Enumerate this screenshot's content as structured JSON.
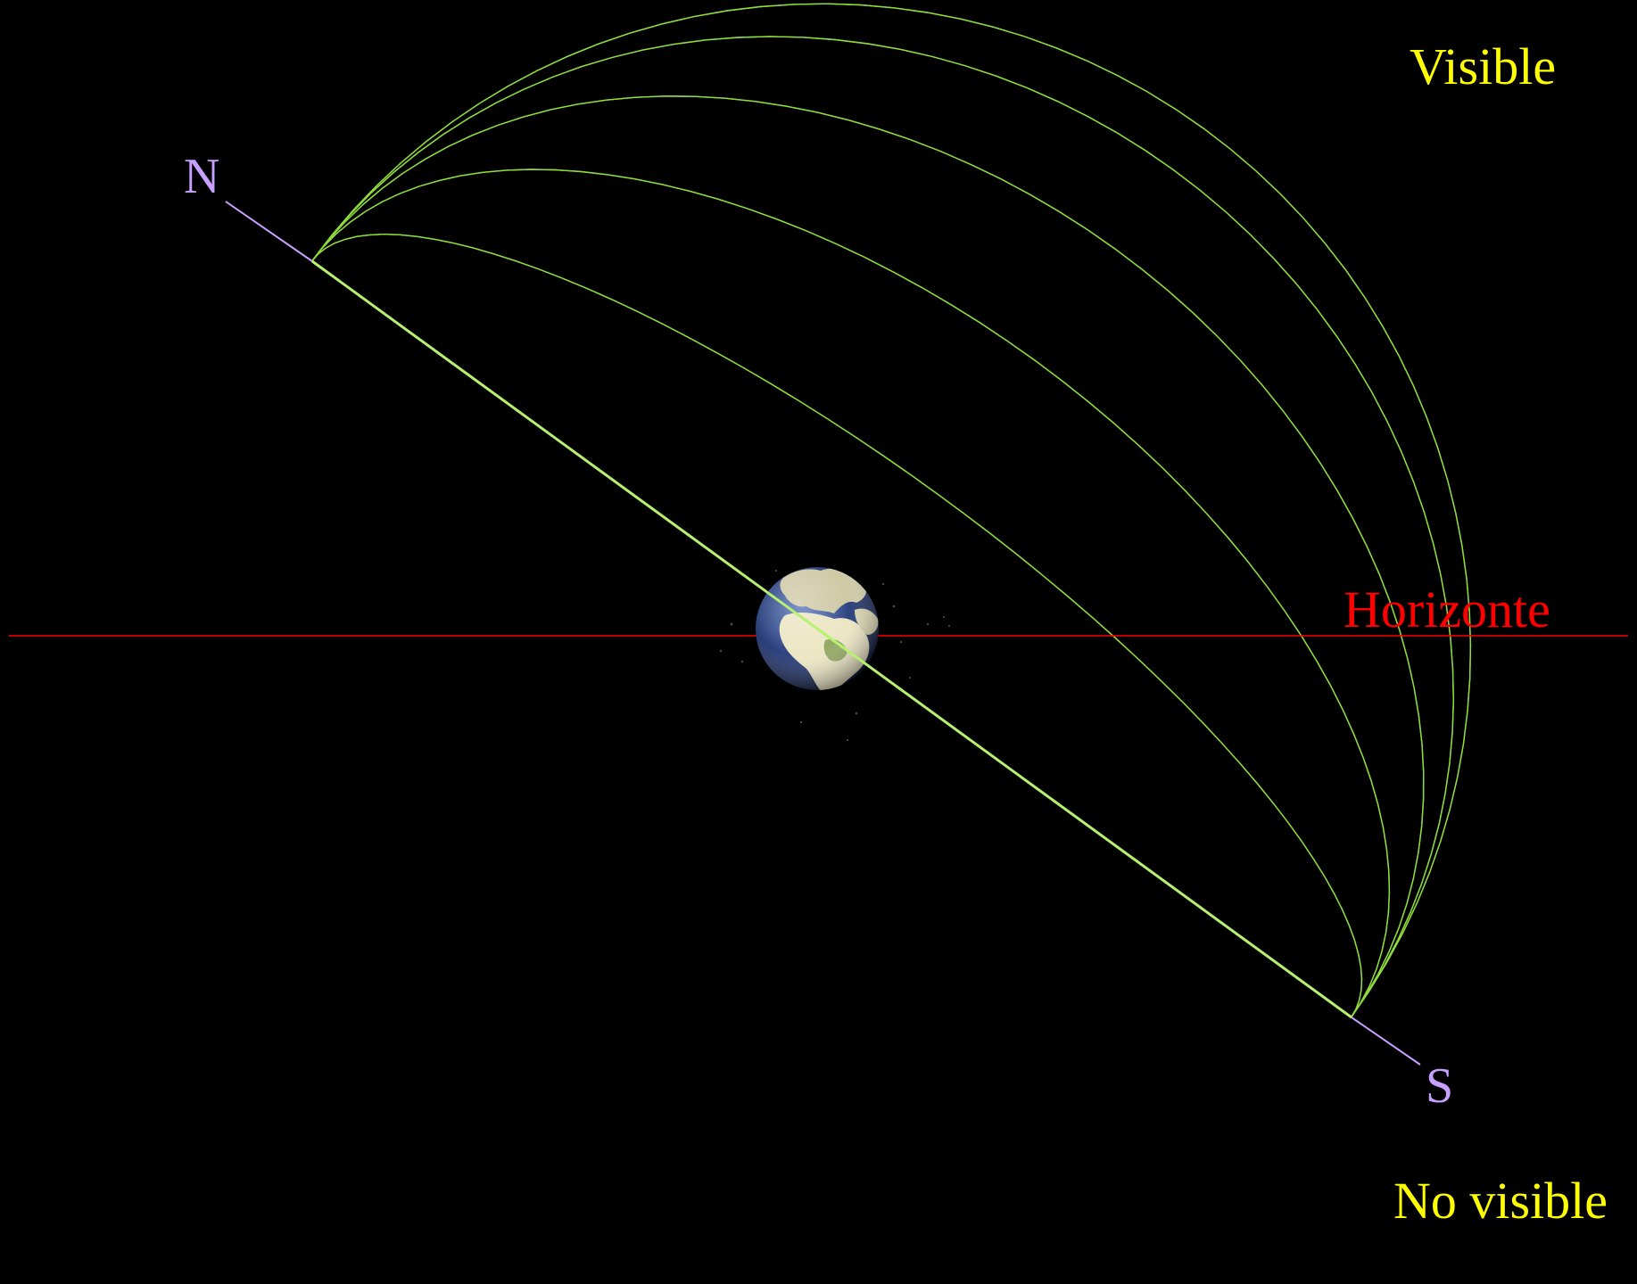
{
  "labels": {
    "visible": "Visible",
    "no_visible": "No visible",
    "horizon": "Horizonte",
    "north": "N",
    "south": "S"
  },
  "colors": {
    "background": "#000000",
    "meridians": "#8fdc3c",
    "parallels": "#d8e23a",
    "axis": "#b8f070",
    "pole_extension": "#c8a0ff",
    "horizon_line": "#ff0000",
    "visible_text": "#ffff00",
    "horizon_text": "#ff0000",
    "pole_text": "#c8a0ff",
    "earth_ocean": "#2a3f7a",
    "earth_land": "#e8e2bc"
  },
  "icons": {
    "center": "earth-globe-icon"
  }
}
